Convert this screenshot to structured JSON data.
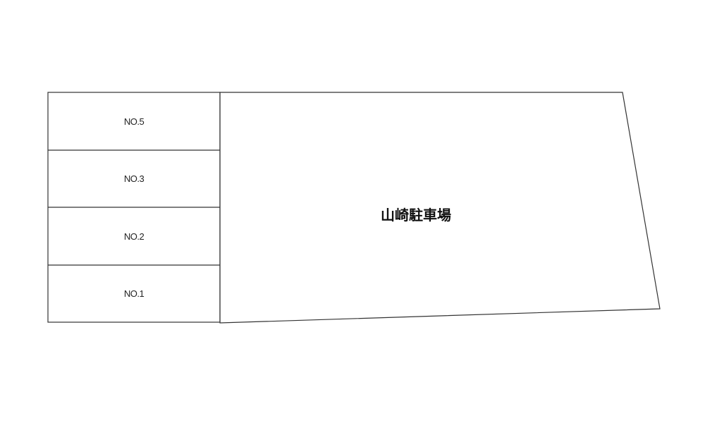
{
  "diagram": {
    "type": "parking-lot-site-plan",
    "main_area": {
      "label": "山崎駐車場"
    },
    "lots": [
      {
        "label": "NO.5"
      },
      {
        "label": "NO.3"
      },
      {
        "label": "NO.2"
      },
      {
        "label": "NO.1"
      }
    ],
    "colors": {
      "line": "#333333",
      "background": "#ffffff",
      "text": "#222222"
    }
  }
}
